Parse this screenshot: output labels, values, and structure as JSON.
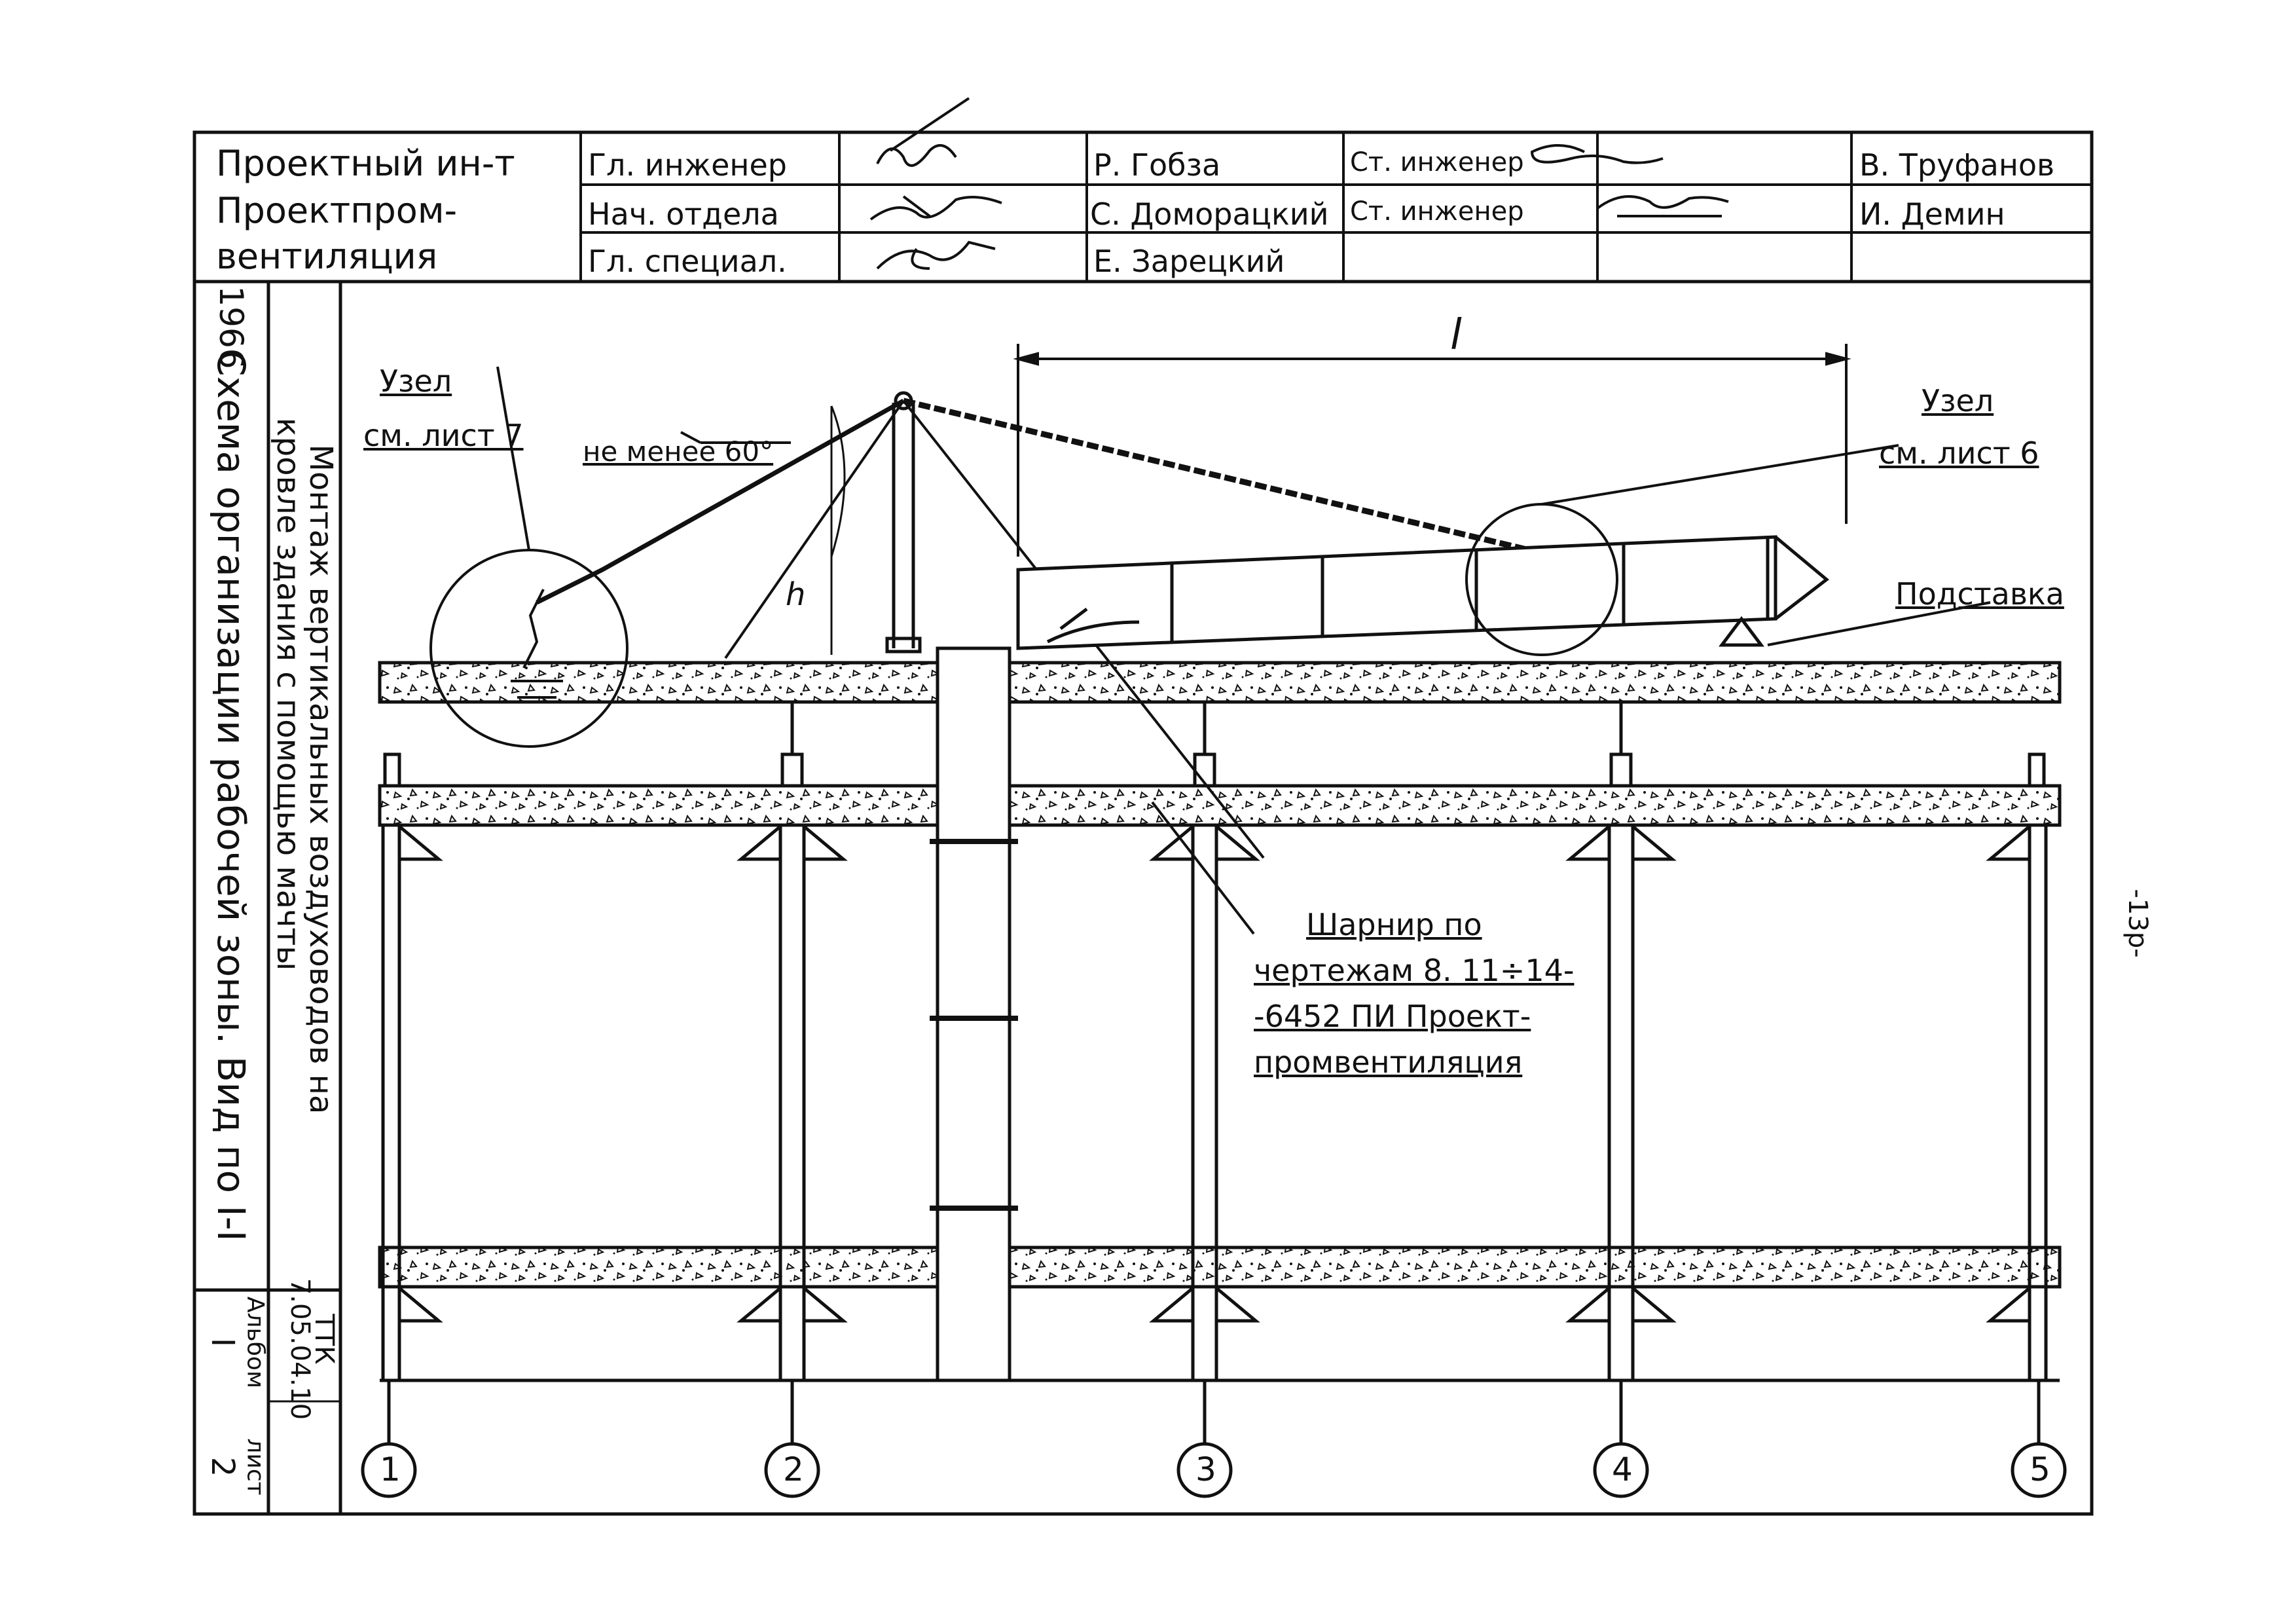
{
  "title_block": {
    "organization": [
      "Проектный ин-т",
      "Проектпром-",
      "вентиляция"
    ],
    "rows": [
      {
        "role": "Гл. инженер",
        "name": "Р. Гобза",
        "role2": "Ст. инженер",
        "name2": "В. Труфанов"
      },
      {
        "role": "Нач. отдела",
        "name": "С. Доморацкий",
        "role2": "Ст. инженер",
        "name2": "И. Демин"
      },
      {
        "role": "Гл. специал.",
        "name": "Е. Зарецкий",
        "role2": "",
        "name2": ""
      }
    ]
  },
  "side_block": {
    "title_main": "Схема организации рабочей зоны. Вид по I-I",
    "title_sub_1": "Монтаж вертикальных воздуховодов на",
    "title_sub_2": "кровле здания с помощью мачты",
    "year": "1966",
    "code_label": "ТТК",
    "code": "7.05.04.10",
    "album_label": "Альбом",
    "album": "I",
    "sheet_label": "лист",
    "sheet": "2"
  },
  "annotations": {
    "node_left_1": "Узел",
    "node_left_2": "см. лист 7",
    "angle": "не менее 60°",
    "dim_l": "l",
    "dim_h": "h",
    "node_right_1": "Узел",
    "node_right_2": "см. лист 6",
    "stand": "Подставка",
    "hinge_1": "Шарнир по",
    "hinge_2": "чертежам 8. 11÷14-",
    "hinge_3": "-6452 ПИ Проект-",
    "hinge_4": "промвентиляция"
  },
  "axes": [
    "1",
    "2",
    "3",
    "4",
    "5"
  ],
  "page_number": "-13р-"
}
